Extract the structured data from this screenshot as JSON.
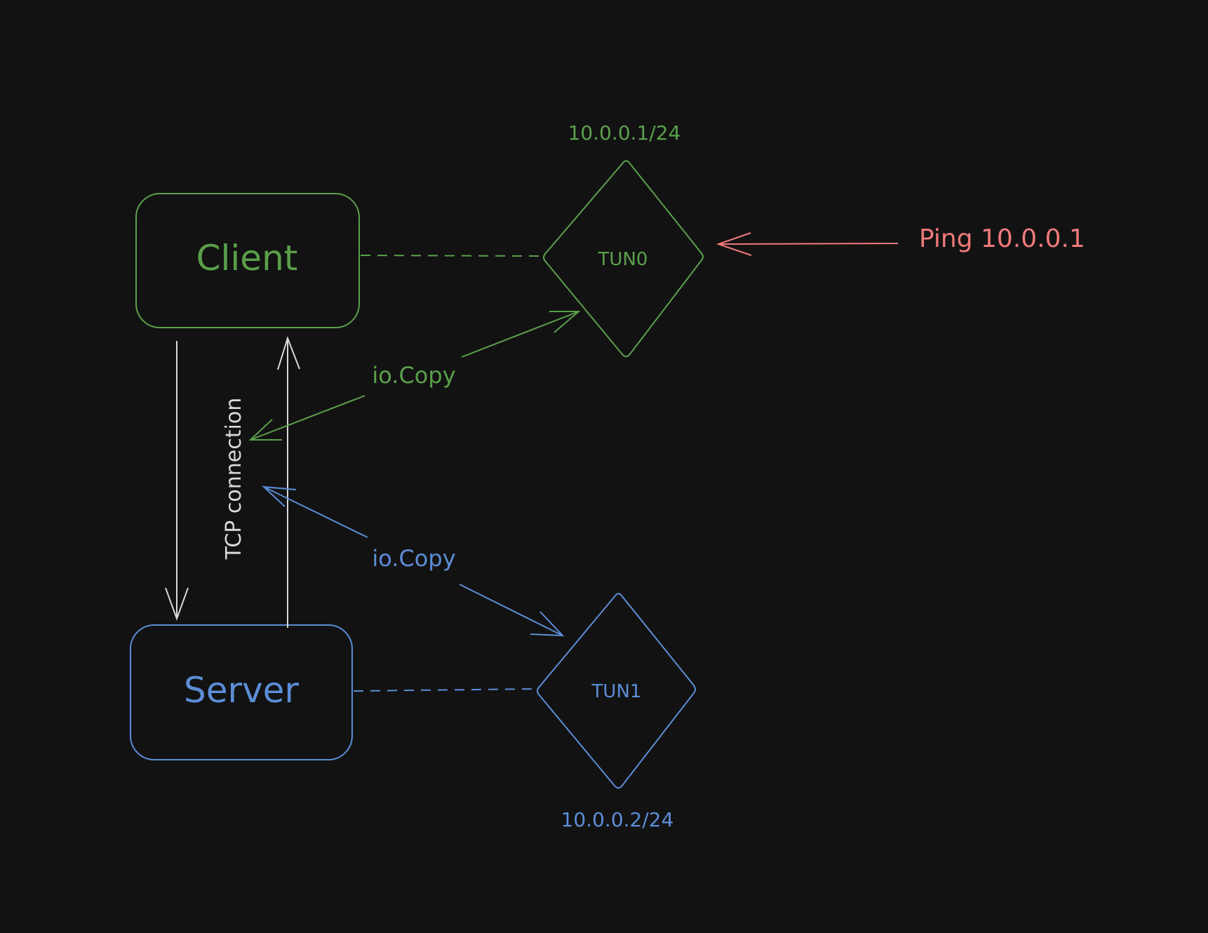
{
  "colors": {
    "background": "#121212",
    "client": "#5aa04a",
    "server": "#5b8ed6",
    "tcp": "#d9d9d9",
    "ping": "#f07a7a"
  },
  "nodes": {
    "client": {
      "label": "Client"
    },
    "server": {
      "label": "Server"
    },
    "tun0": {
      "label": "TUN0",
      "address": "10.0.0.1/24"
    },
    "tun1": {
      "label": "TUN1",
      "address": "10.0.0.2/24"
    }
  },
  "edges": {
    "tcp_connection": {
      "label": "TCP connection"
    },
    "client_copy": {
      "label": "io.Copy"
    },
    "server_copy": {
      "label": "io.Copy"
    },
    "ping": {
      "label": "Ping 10.0.0.1"
    }
  }
}
